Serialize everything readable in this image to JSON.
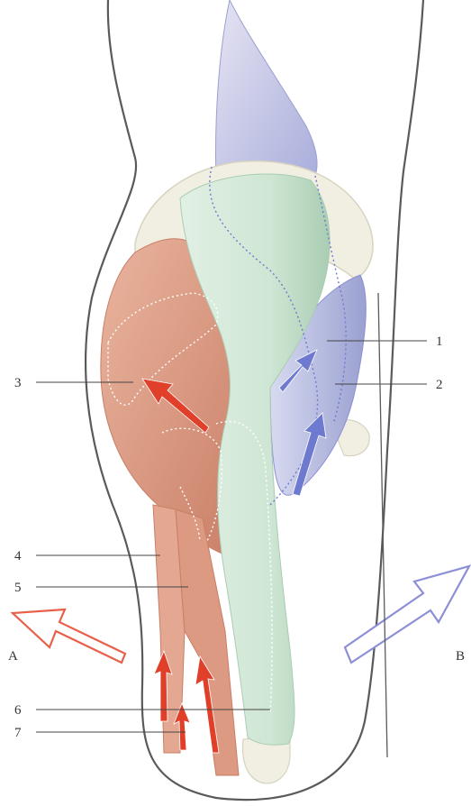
{
  "labels": {
    "n1": "1",
    "n2": "2",
    "n3": "3",
    "n4": "4",
    "n5": "5",
    "n6": "6",
    "n7": "7",
    "a": "A",
    "b": "B"
  },
  "colors": {
    "outline": "#5a5a5a",
    "red_muscle": "#e4a791",
    "red_muscle_dark": "#c97e66",
    "green_muscle": "#cfe6d4",
    "green_muscle_dark": "#a9cdb3",
    "blue_muscle": "#c3c7e6",
    "blue_muscle_dark": "#9aa0d0",
    "bone": "#f1eee2",
    "bone_shadow": "#d8d3c0",
    "red_arrow": "#e0402a",
    "blue_arrow": "#6e7ad0",
    "outline_arrow_red": "#e8604a",
    "outline_arrow_blue": "#8c8fd6",
    "leader": "#444444"
  },
  "icons": {
    "arrow_a": "hollow-arrow-up-left",
    "arrow_b": "hollow-arrow-up-right"
  }
}
